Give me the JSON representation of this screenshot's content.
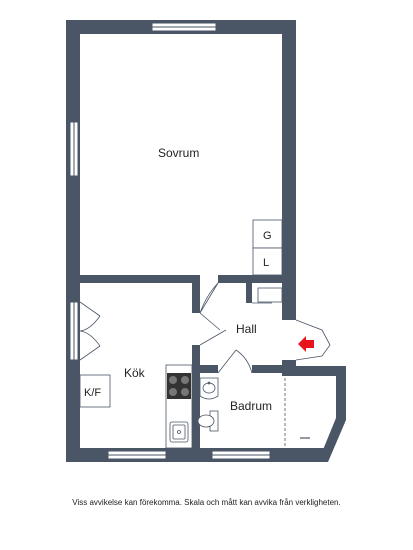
{
  "rooms": {
    "sovrum": "Sovrum",
    "hall": "Hall",
    "kok": "Kök",
    "badrum": "Badrum"
  },
  "fixtures": {
    "wardrobe_g": "G",
    "wardrobe_l": "L",
    "fridge_freezer": "K/F"
  },
  "disclaimer": "Viss avvikelse kan förekomma. Skala och mått kan avvika från verkligheten.",
  "colors": {
    "wall": "#4a5566",
    "entrance_arrow": "#e8141c"
  },
  "icons": {
    "entrance": "red-arrow-icon",
    "stove": "stove-icon",
    "sink": "sink-icon",
    "washbasin": "washbasin-icon",
    "toilet": "toilet-icon"
  }
}
